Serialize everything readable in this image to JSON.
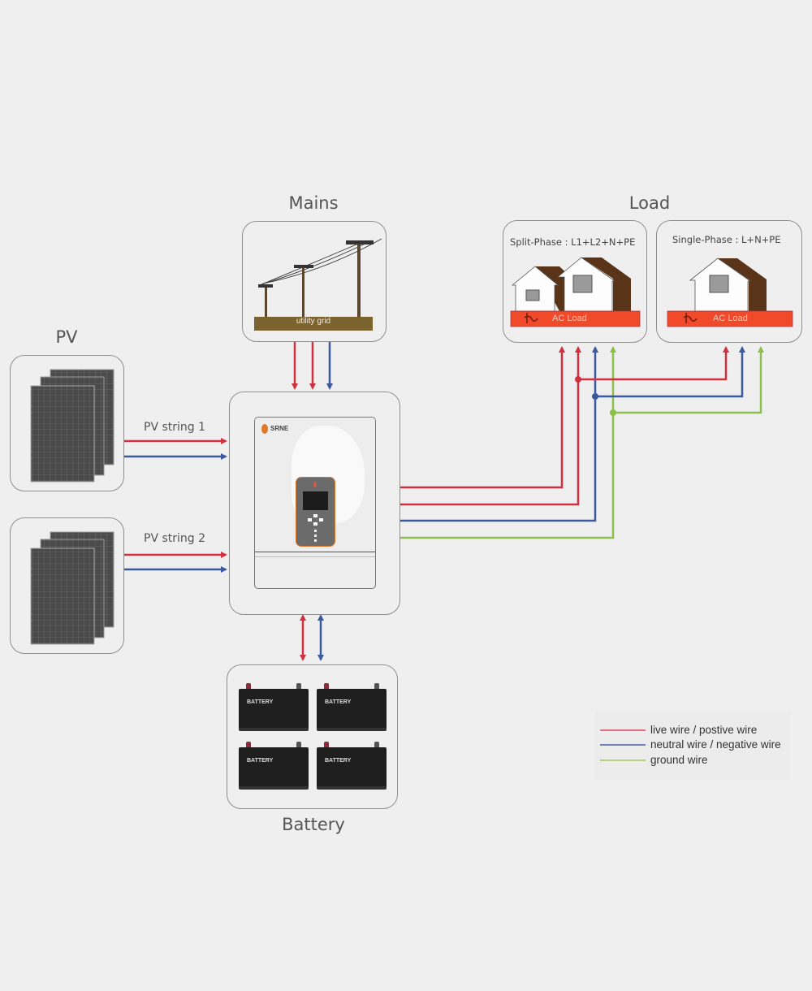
{
  "titles": {
    "mains": "Mains",
    "load": "Load",
    "pv": "PV",
    "battery": "Battery"
  },
  "mains": {
    "ground_label": "utility grid"
  },
  "pv_strings": [
    {
      "label": "PV string 1"
    },
    {
      "label": "PV string 2"
    }
  ],
  "inverter": {
    "brand": "SRNE"
  },
  "loads": [
    {
      "caption": "Split-Phase : L1+L2+N+PE",
      "bar_label": "AC Load",
      "houses": 2
    },
    {
      "caption": "Single-Phase : L+N+PE",
      "bar_label": "AC Load",
      "houses": 1
    }
  ],
  "batteries": [
    {
      "label": "BATTERY"
    },
    {
      "label": "BATTERY"
    },
    {
      "label": "BATTERY"
    },
    {
      "label": "BATTERY"
    }
  ],
  "legend": [
    {
      "label": "live wire / postive wire",
      "color": "#d0303f"
    },
    {
      "label": "neutral wire / negative wire",
      "color": "#3a5aa0"
    },
    {
      "label": "ground wire",
      "color": "#8cc04a"
    }
  ],
  "colors": {
    "live": "#d0303f",
    "neutral": "#3a5aa0",
    "ground": "#8cc04a",
    "pole": "#5a4630",
    "grid_bar": "#7b6330",
    "ac_load": "#f04a2a",
    "roof": "#5a3418",
    "inverter_accent": "#e0782a"
  }
}
